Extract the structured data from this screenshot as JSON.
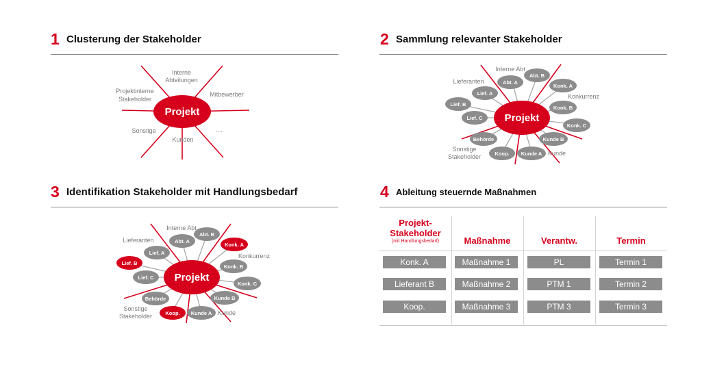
{
  "colors": {
    "accent": "#d6001c",
    "node_gray": "#8c8c8c",
    "line_gray": "#a8a8a8",
    "rule": "#8a8a8a"
  },
  "panel1": {
    "number": "1",
    "title": "Clusterung der Stakeholder",
    "center": "Projekt",
    "labels": {
      "internal_line1": "Interne",
      "internal_line2": "Abteilungen",
      "competitors": "Mitbewerber",
      "project_internal_line1": "Projektinterne",
      "project_internal_line2": "Stakeholder",
      "other": "Sonstige",
      "customers": "Kunden",
      "more": "...."
    }
  },
  "panel2": {
    "number": "2",
    "title": "Sammlung relevanter Stakeholder",
    "center": "Projekt",
    "groups": {
      "internal": "Interne Abt",
      "suppliers": "Lieferanten",
      "competition": "Konkurrenz",
      "customer": "Kunde",
      "other_line1": "Sonstige",
      "other_line2": "Stakeholder"
    },
    "nodes": {
      "abt_a": "Abt. A",
      "abt_b": "Abt. B",
      "konk_a": "Konk. A",
      "konk_b": "Konk. B",
      "konk_c": "Konk. C",
      "kunde_b": "Kunde B",
      "kunde_a": "Kunde A",
      "koop": "Koop.",
      "behoerde": "Behörde",
      "lief_c": "Lief. C",
      "lief_b": "Lief. B",
      "lief_a": "Lief. A"
    }
  },
  "panel3": {
    "number": "3",
    "title": "Identifikation  Stakeholder mit Handlungsbedarf",
    "center": "Projekt",
    "highlighted": [
      "Konk. A",
      "Lief. B",
      "Koop."
    ]
  },
  "panel4": {
    "number": "4",
    "title": "Ableitung steuernde Maßnahmen",
    "columns": {
      "stakeholder_line1": "Projekt-",
      "stakeholder_line2": "Stakeholder",
      "stakeholder_note": "(mit Handlungsbedarf)",
      "measure": "Maßnahme",
      "responsible": "Verantw.",
      "deadline": "Termin"
    },
    "rows": [
      {
        "stakeholder": "Konk. A",
        "measure": "Maßnahme 1",
        "responsible": "PL",
        "deadline": "Termin  1"
      },
      {
        "stakeholder": "Lieferant  B",
        "measure": "Maßnahme 2",
        "responsible": "PTM 1",
        "deadline": "Termin  2"
      },
      {
        "stakeholder": "Koop.",
        "measure": "Maßnahme 3",
        "responsible": "PTM 3",
        "deadline": "Termin  3"
      }
    ]
  }
}
